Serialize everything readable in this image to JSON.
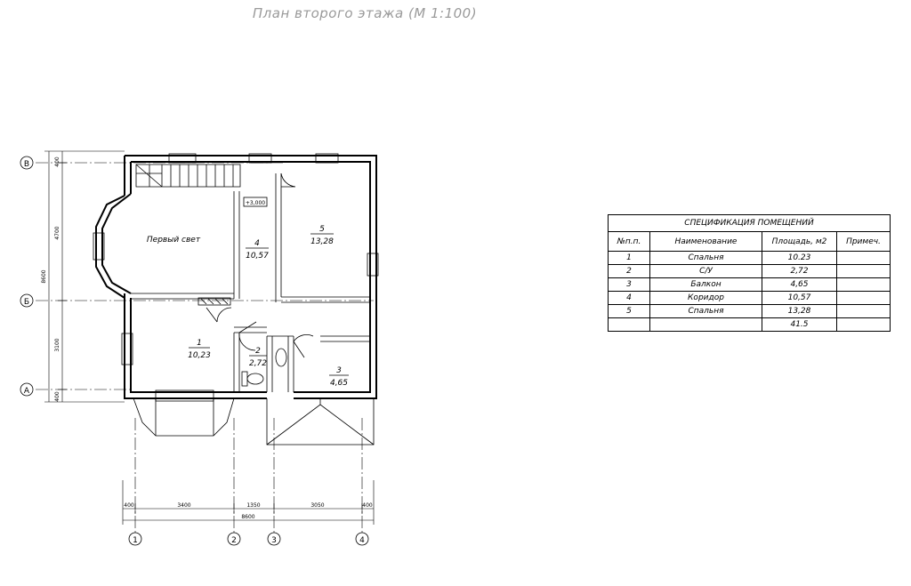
{
  "title": "План второго этажа (М 1:100)",
  "axes": {
    "rows": [
      "В",
      "Б",
      "А"
    ],
    "cols": [
      "1",
      "2",
      "3",
      "4"
    ]
  },
  "dimensions": {
    "horizontal": [
      "400",
      "3400",
      "1350",
      "3050",
      "400"
    ],
    "horizontal_total": "8600",
    "vertical": [
      "400",
      "4700",
      "3100",
      "400"
    ],
    "vertical_total": "8600"
  },
  "level_mark": "+3,000",
  "first_light_label": "Первый свет",
  "rooms": [
    {
      "num": "1",
      "area": "10,23"
    },
    {
      "num": "2",
      "area": "2,72"
    },
    {
      "num": "3",
      "area": "4,65"
    },
    {
      "num": "4",
      "area": "10,57"
    },
    {
      "num": "5",
      "area": "13,28"
    }
  ],
  "spec": {
    "caption": "СПЕЦИФИКАЦИЯ ПОМЕЩЕНИЙ",
    "headers": [
      "№п.п.",
      "Наименование",
      "Площадь, м2",
      "Примеч."
    ],
    "rows": [
      {
        "n": "1",
        "name": "Спальня",
        "area": "10.23",
        "note": ""
      },
      {
        "n": "2",
        "name": "С/У",
        "area": "2,72",
        "note": ""
      },
      {
        "n": "3",
        "name": "Балкон",
        "area": "4,65",
        "note": ""
      },
      {
        "n": "4",
        "name": "Коридор",
        "area": "10,57",
        "note": ""
      },
      {
        "n": "5",
        "name": "Спальня",
        "area": "13,28",
        "note": ""
      }
    ],
    "total": "41.5"
  }
}
